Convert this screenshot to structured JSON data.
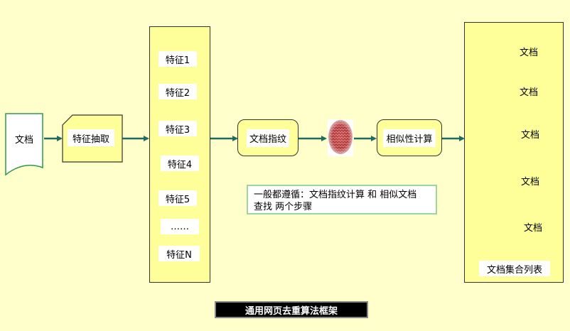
{
  "diagram": {
    "input_doc": "文档",
    "extract": "特征抽取",
    "features": [
      "特征1",
      "特征2",
      "特征3",
      "特征4",
      "特征5",
      "……",
      "特征N"
    ],
    "fingerprint_box": "文档指纹",
    "similarity_box": "相似性计算",
    "collection_docs": [
      "文档",
      "文档",
      "文档",
      "文档",
      "文档"
    ],
    "collection_label": "文档集合列表",
    "note_line1": "一般都遵循：文档指纹计算 和 相似文档",
    "note_line2": "查找 两个步骤",
    "caption": "通用网页去重算法框架"
  },
  "colors": {
    "background": "#ffffcc",
    "panel": "#ffff99",
    "arrow": "#1f6b5e",
    "doc_border": "#2f9a4a",
    "fingerprint": "#b23a3a"
  }
}
